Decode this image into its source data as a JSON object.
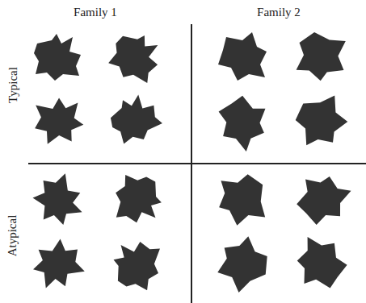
{
  "diagram": {
    "labels": [
      "Family 1",
      "Family 2",
      "Typical",
      "Atypical"
    ]
  }
}
